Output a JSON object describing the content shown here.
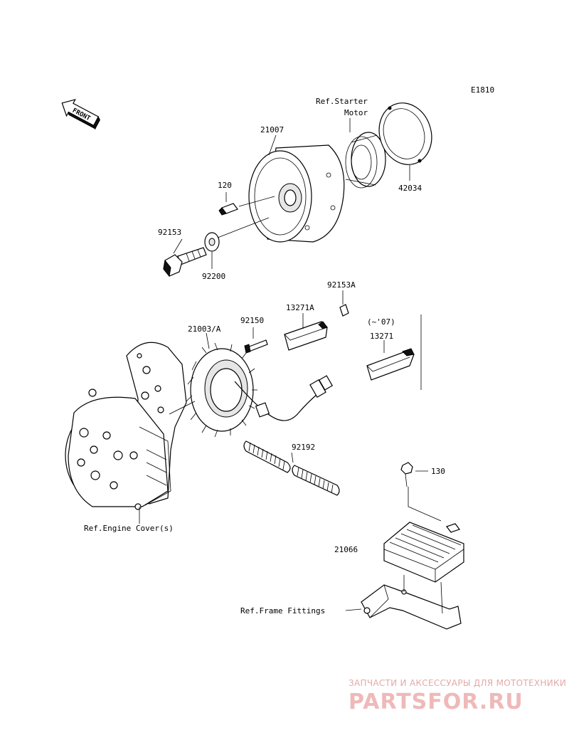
{
  "diagram_code": "E1810",
  "front_arrow_label": "FRONT",
  "callouts": {
    "ref_starter_motor": [
      "Ref.Starter",
      "Motor"
    ],
    "p21007": "21007",
    "p42034": "42034",
    "p120": "120",
    "p92153": "92153",
    "p92200": "92200",
    "p92153A": "92153A",
    "p13271A": "13271A",
    "p21003A": "21003/A",
    "p92150": "92150",
    "year_note": "(~'07)",
    "p13271": "13271",
    "p92192": "92192",
    "p130": "130",
    "ref_engine_cover": "Ref.Engine Cover(s)",
    "p21066": "21066",
    "ref_frame_fittings": "Ref.Frame Fittings"
  },
  "watermark": {
    "tagline": "ЗАПЧАСТИ И АКСЕССУАРЫ ДЛЯ МОТОТЕХНИКИ",
    "brand": "PARTSFOR.RU"
  }
}
